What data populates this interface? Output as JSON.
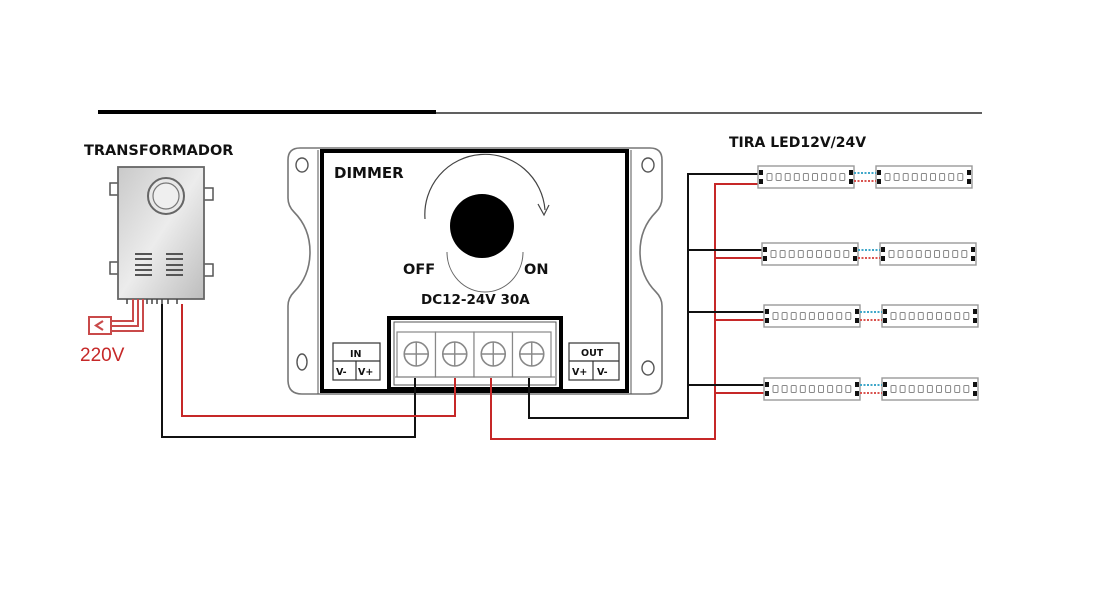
{
  "title_bar": {
    "style": "thick-then-thin rule"
  },
  "transformer": {
    "label": "TRANSFORMADOR",
    "mains_voltage": "220V",
    "icon": "power-plug-icon"
  },
  "dimmer": {
    "label": "DIMMER",
    "knob_off": "OFF",
    "knob_on": "ON",
    "rating": "DC12-24V 30A",
    "input_block": {
      "label": "IN",
      "terminals": [
        "V-",
        "V+"
      ]
    },
    "output_block": {
      "label": "OUT",
      "terminals": [
        "V+",
        "V-"
      ]
    },
    "screw_terminals": 4
  },
  "led_strips": {
    "label": "TIRA LED12V/24V",
    "rows": 4,
    "segments_per_row": 2,
    "leds_per_segment": 9
  },
  "colors": {
    "negative_wire": "#111111",
    "positive_wire": "#c62828",
    "link_blue": "#3fa7c9",
    "link_red": "#d9534f",
    "text": "#111111"
  }
}
